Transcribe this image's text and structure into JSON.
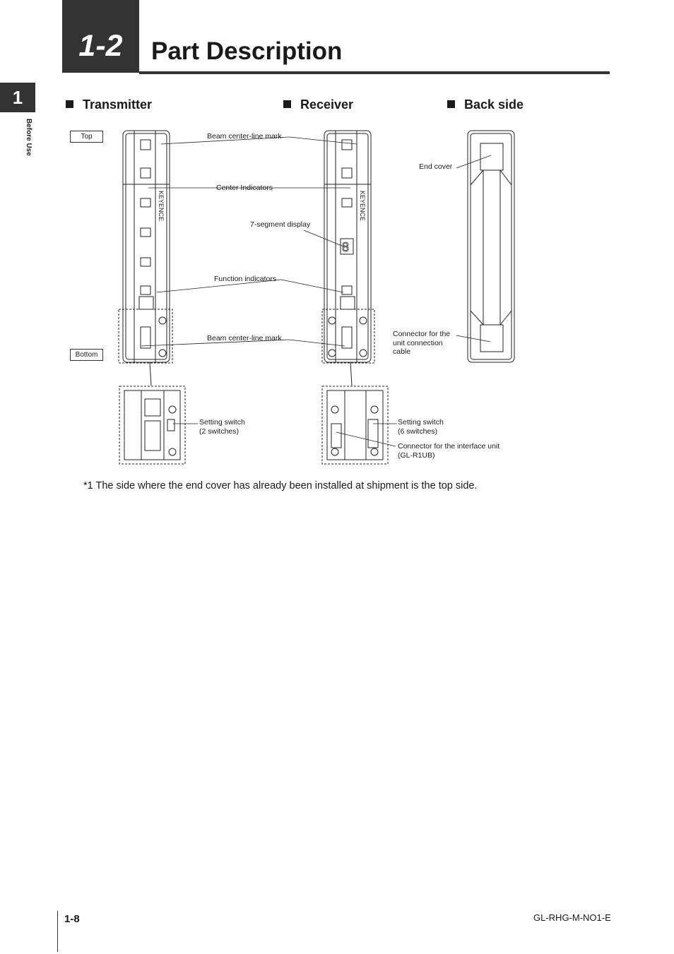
{
  "header": {
    "section_number": "1-2",
    "title": "Part Description"
  },
  "side_tab": {
    "chapter_number": "1",
    "chapter_label": "Before Use"
  },
  "sections": {
    "transmitter": "Transmitter",
    "receiver": "Receiver",
    "back_side": "Back side"
  },
  "tags": {
    "top": "Top",
    "bottom": "Bottom"
  },
  "callouts": {
    "beam_center_top": "Beam center-line mark",
    "center_indicators": "Center Indicators",
    "seven_segment": "7-segment display",
    "function_indicators": "Function indicators",
    "beam_center_bottom": "Beam center-line mark",
    "end_cover": "End cover",
    "connector_unit_cable": [
      "Connector for the",
      "unit connection",
      "cable"
    ],
    "setting_switch_tx": [
      "Setting switch",
      "(2 switches)"
    ],
    "setting_switch_rx": [
      "Setting switch",
      "(6 switches)"
    ],
    "connector_interface": [
      "Connector for the interface unit",
      "(GL-R1UB)"
    ]
  },
  "device_print": {
    "brand": "KEYENCE"
  },
  "footnote": "*1  The side where the end cover has already been installed at shipment is the top side.",
  "footer": {
    "page_number": "1-8",
    "doc_code": "GL-RHG-M-NO1-E"
  }
}
